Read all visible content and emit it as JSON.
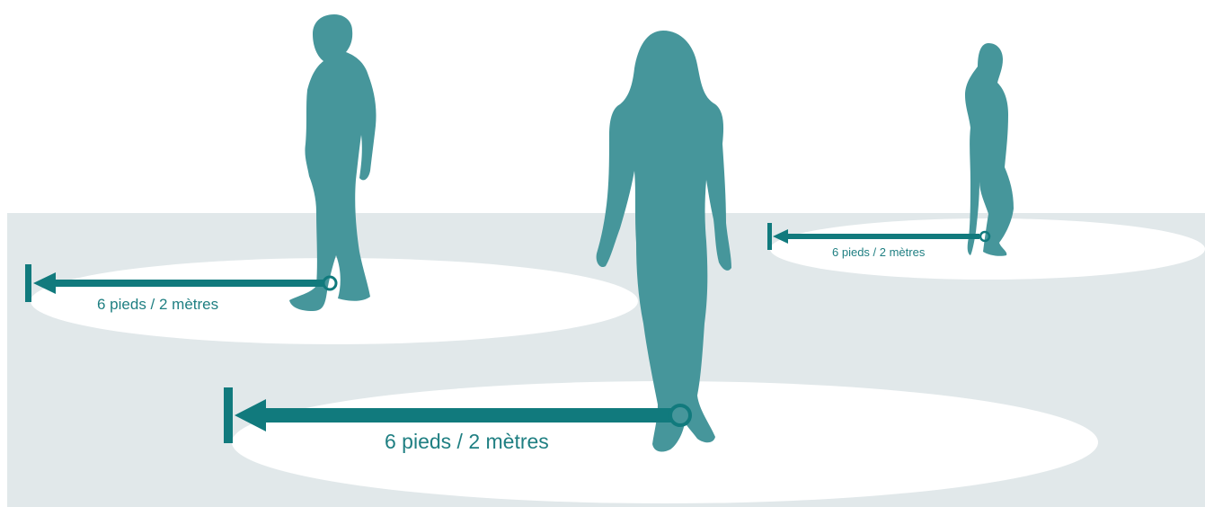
{
  "colors": {
    "figure": "#46969b",
    "arrow": "#117a7d",
    "floor": "#e1e8ea",
    "spot": "#ffffff",
    "label": "#1f7f82"
  },
  "labels": {
    "left": "6 pieds / 2 mètres",
    "center": "6 pieds / 2 mètres",
    "right": "6 pieds / 2 mètres"
  }
}
